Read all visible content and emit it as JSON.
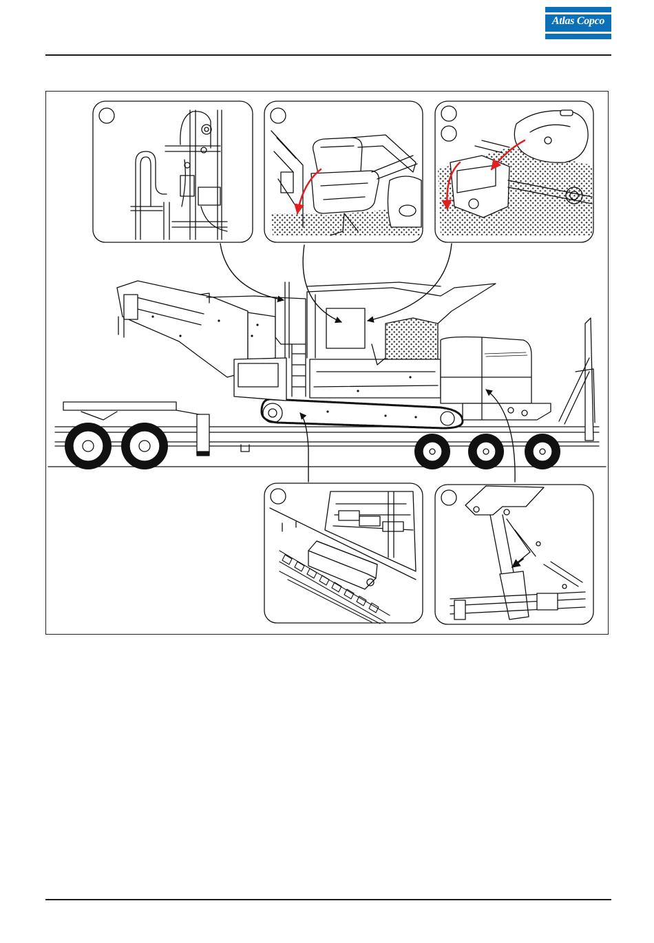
{
  "header": {
    "logo_text": "Atlas Copco",
    "logo_color": "#0a70b8"
  },
  "figure": {
    "callouts": [
      {
        "id": "detail-1",
        "label": ""
      },
      {
        "id": "detail-2",
        "label": ""
      },
      {
        "id": "detail-3a",
        "label": ""
      },
      {
        "id": "detail-3b",
        "label": ""
      },
      {
        "id": "detail-4",
        "label": ""
      },
      {
        "id": "detail-5",
        "label": ""
      }
    ],
    "arrow_color": "#e02020",
    "line_color": "#111111"
  }
}
